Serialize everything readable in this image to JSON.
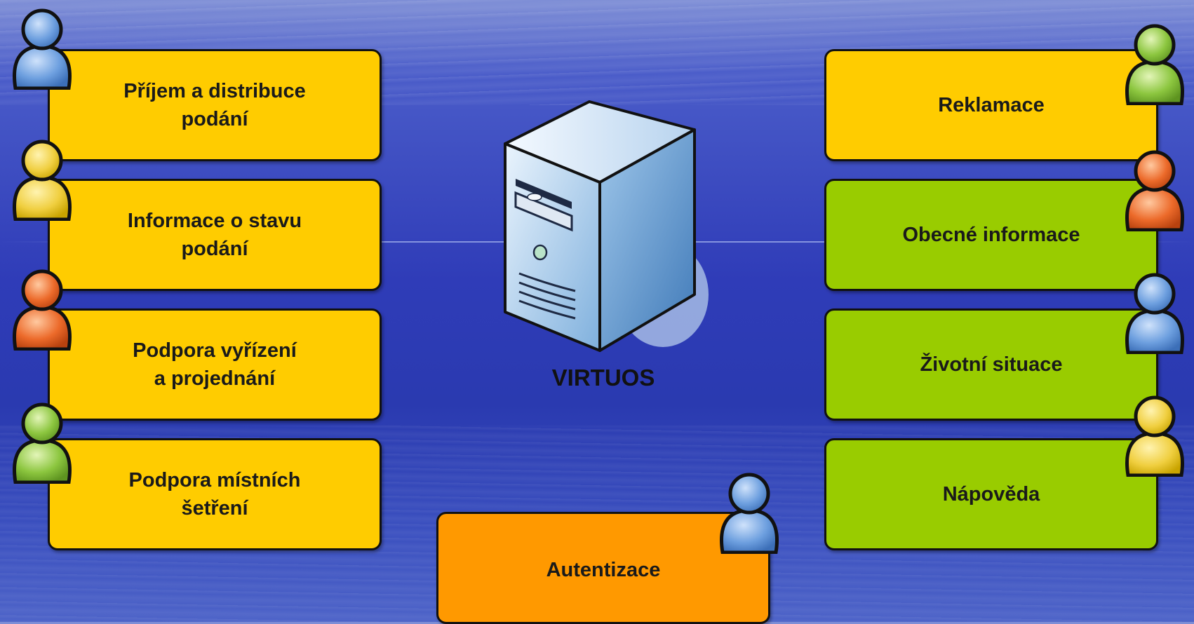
{
  "left_boxes": [
    {
      "label": "Příjem a distribuce\npodání"
    },
    {
      "label": "Informace o stavu\npodání"
    },
    {
      "label": "Podpora vyřízení\na projednání"
    },
    {
      "label": "Podpora místních\nšetření"
    }
  ],
  "right_boxes": [
    {
      "label": "Reklamace"
    },
    {
      "label": "Obecné informace"
    },
    {
      "label": "Životní situace"
    },
    {
      "label": "Nápověda"
    }
  ],
  "bottom_box": {
    "label": "Autentizace"
  },
  "center": {
    "label": "VIRTUOS",
    "icon": "server-icon"
  },
  "colors": {
    "yellow": "#ffcc00",
    "green": "#99cc00",
    "orange": "#ff9900",
    "person_blue": "#5b8fd6",
    "person_yellow": "#f2d040",
    "person_orange": "#ec6a2a",
    "person_green": "#8cc63f"
  },
  "icons": [
    "user-blue-icon",
    "user-yellow-icon",
    "user-orange-icon",
    "user-green-icon"
  ]
}
